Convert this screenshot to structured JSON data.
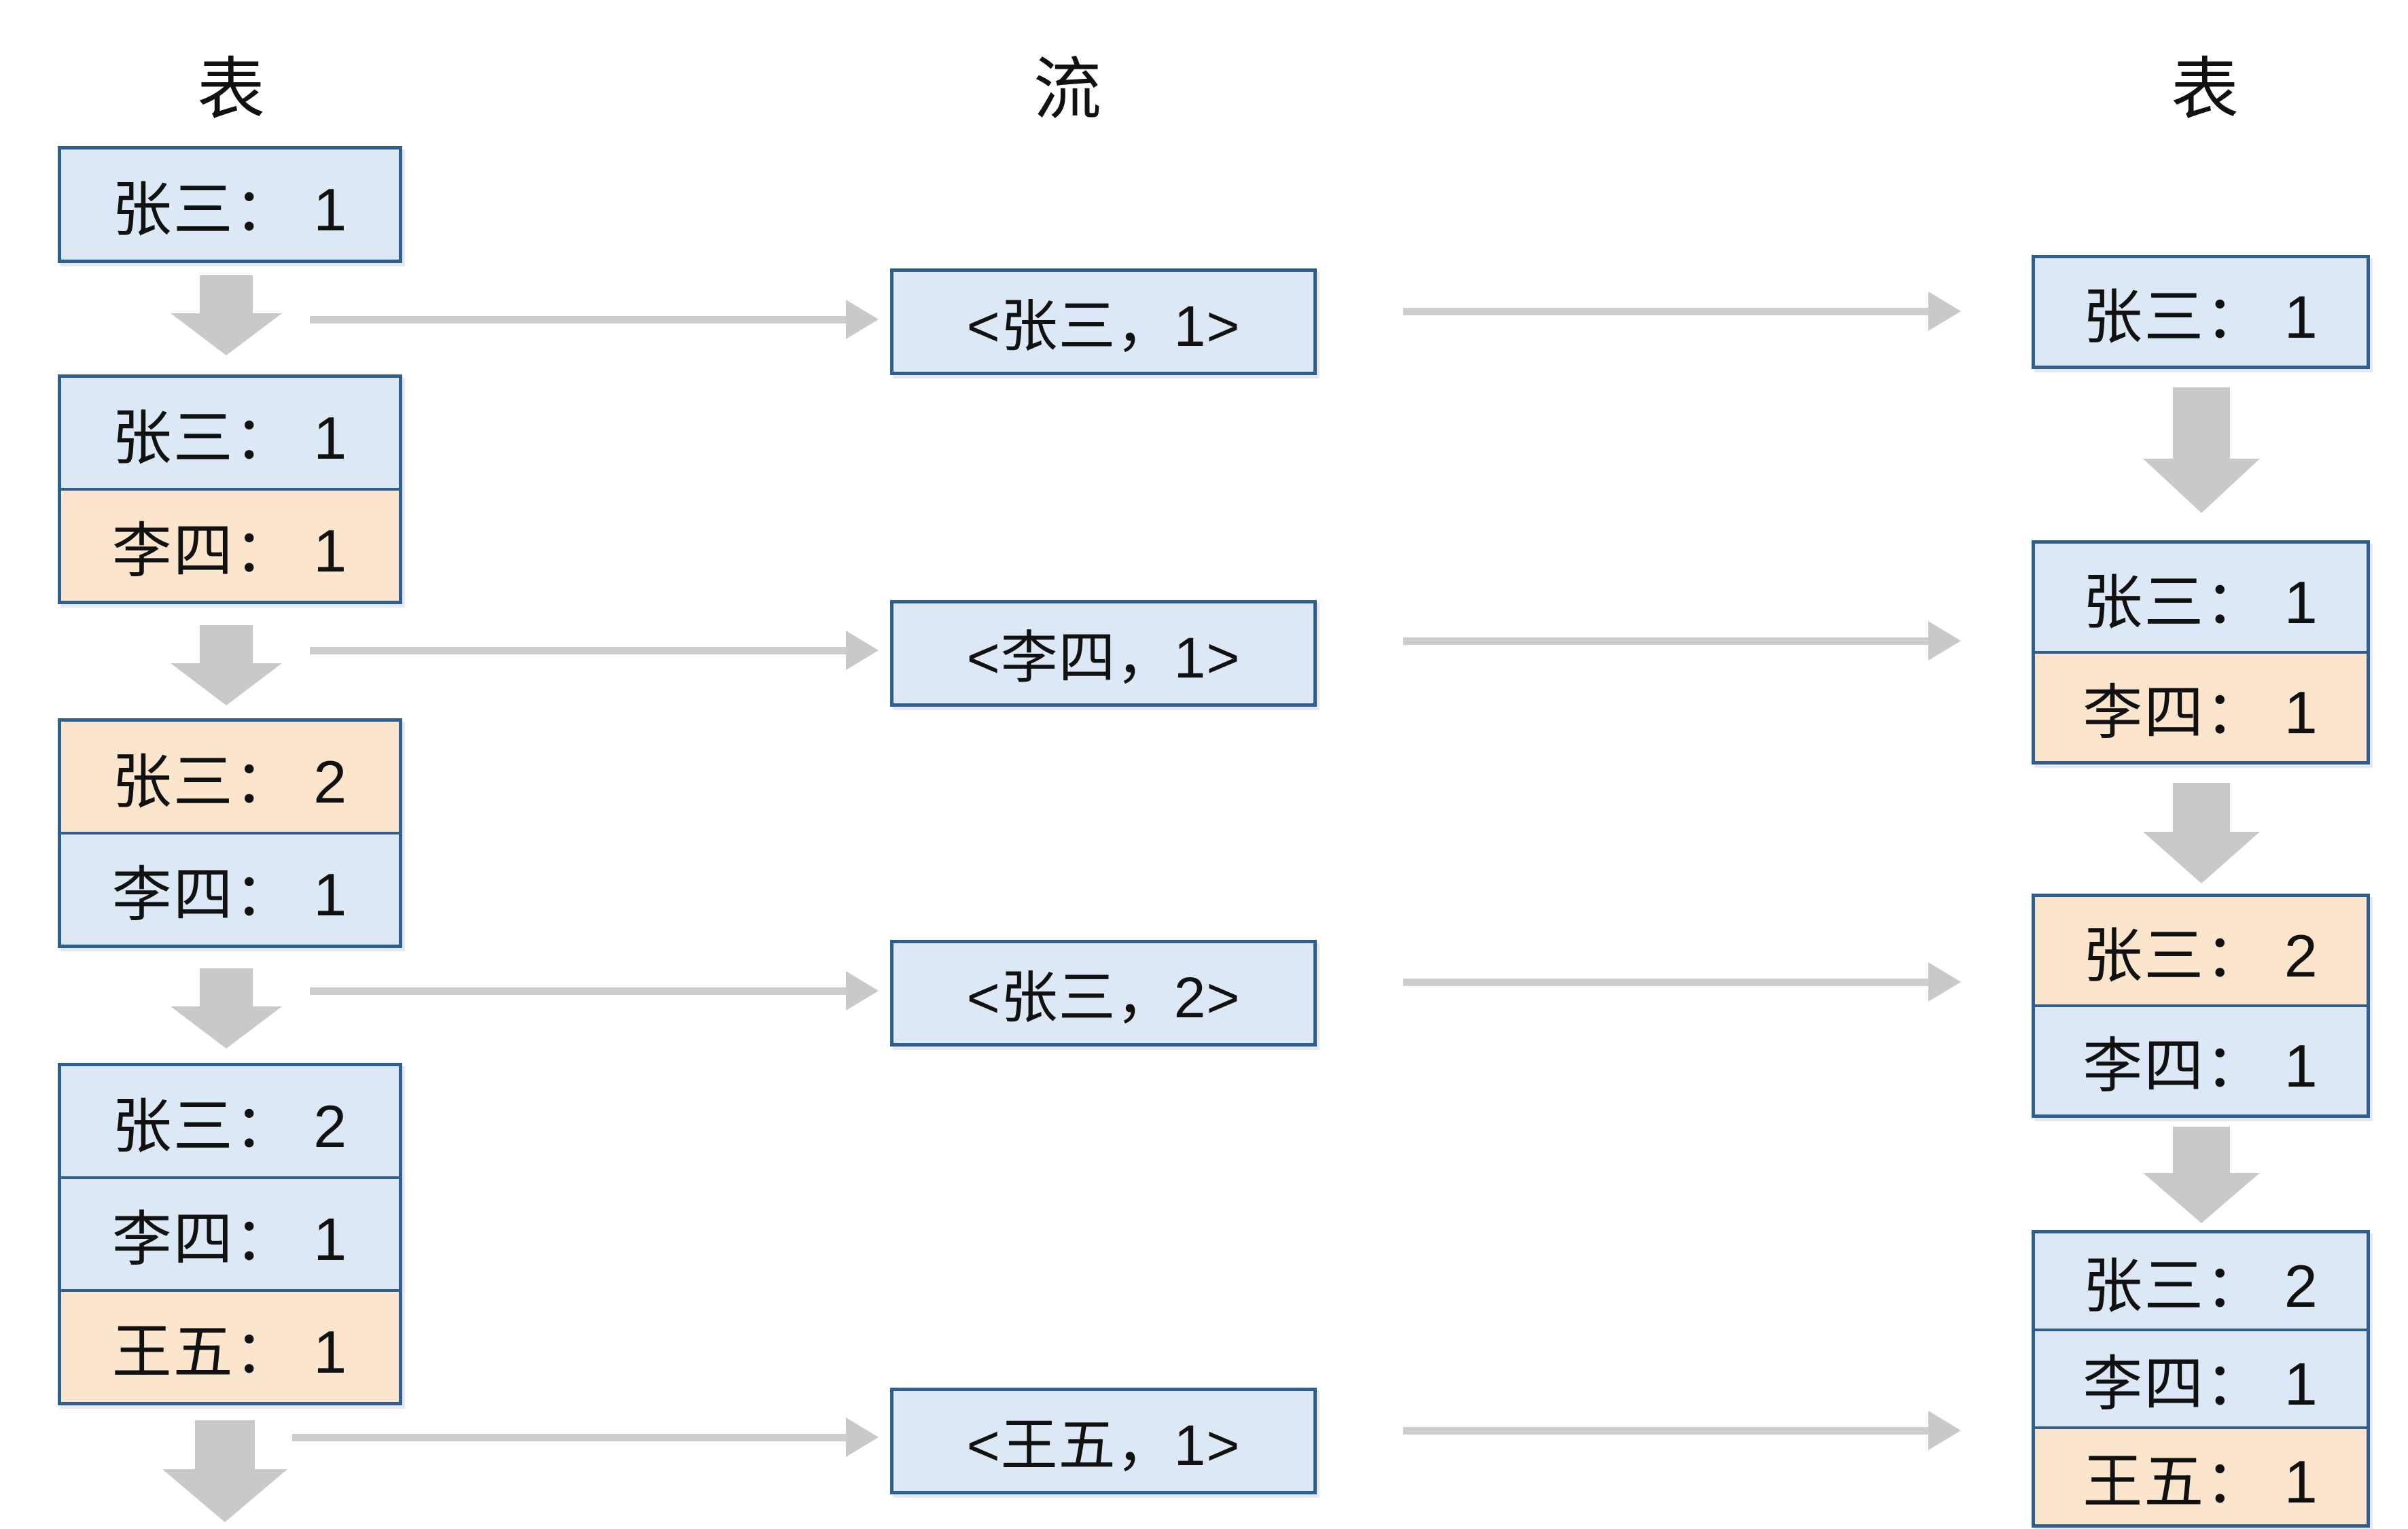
{
  "titles": {
    "left": "表",
    "middle": "流",
    "right": "表"
  },
  "left_tables": [
    {
      "rows": [
        {
          "text": "张三： 1",
          "highlight": false
        }
      ]
    },
    {
      "rows": [
        {
          "text": "张三： 1",
          "highlight": false
        },
        {
          "text": "李四： 1",
          "highlight": true
        }
      ]
    },
    {
      "rows": [
        {
          "text": "张三： 2",
          "highlight": true
        },
        {
          "text": "李四： 1",
          "highlight": false
        }
      ]
    },
    {
      "rows": [
        {
          "text": "张三： 2",
          "highlight": false
        },
        {
          "text": "李四： 1",
          "highlight": false
        },
        {
          "text": "王五： 1",
          "highlight": true
        }
      ]
    }
  ],
  "stream_events": [
    {
      "text": "<张三，1>"
    },
    {
      "text": "<李四，1>"
    },
    {
      "text": "<张三，2>"
    },
    {
      "text": "<王五，1>"
    }
  ],
  "right_tables": [
    {
      "rows": [
        {
          "text": "张三： 1",
          "highlight": false
        }
      ]
    },
    {
      "rows": [
        {
          "text": "张三： 1",
          "highlight": false
        },
        {
          "text": "李四： 1",
          "highlight": true
        }
      ]
    },
    {
      "rows": [
        {
          "text": "张三： 2",
          "highlight": true
        },
        {
          "text": "李四： 1",
          "highlight": false
        }
      ]
    },
    {
      "rows": [
        {
          "text": "张三： 2",
          "highlight": false
        },
        {
          "text": "李四： 1",
          "highlight": false
        },
        {
          "text": "王五： 1",
          "highlight": true
        }
      ]
    }
  ],
  "colors": {
    "box_border": "#2f5f8f",
    "fill_blue": "#dce8f5",
    "fill_orange": "#fbe5cd",
    "arrow_gray": "#c9c9c9",
    "text": "#111111",
    "background": "#ffffff"
  }
}
